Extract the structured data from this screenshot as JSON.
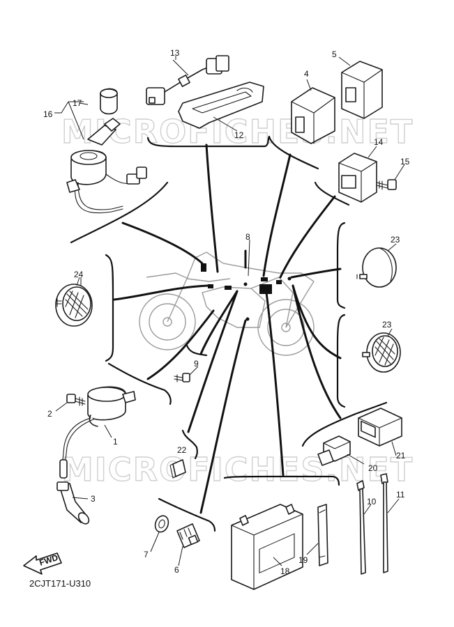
{
  "watermark": "MICROFICHES.NET",
  "diagram_code": "2CJT171-U310",
  "fwd_label": "FWD",
  "callouts": {
    "c1": "1",
    "c2": "2",
    "c3": "3",
    "c4": "4",
    "c5": "5",
    "c6": "6",
    "c7": "7",
    "c8": "8",
    "c9": "9",
    "c10": "10",
    "c11": "11",
    "c12": "12",
    "c13": "13",
    "c14": "14",
    "c15": "15",
    "c16": "16",
    "c17": "17",
    "c18": "18",
    "c19": "19",
    "c20": "20",
    "c21": "21",
    "c22": "22",
    "c23a": "23",
    "c23b": "23",
    "c24": "24"
  }
}
